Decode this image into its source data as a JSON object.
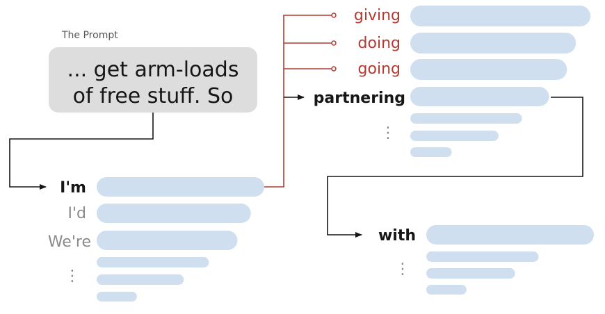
{
  "prompt": {
    "label": "The Prompt",
    "lines": [
      "... get arm-loads",
      "of free stuff. So"
    ]
  },
  "step1": {
    "tokens": [
      "I'm",
      "I'd",
      "We're"
    ],
    "selected_index": 0,
    "more": "⋮",
    "bar_lengths": [
      1.0,
      0.92,
      0.84,
      0.67,
      0.52,
      0.24
    ]
  },
  "step2": {
    "tokens": [
      "giving",
      "doing",
      "going",
      "partnering"
    ],
    "selected_index": 3,
    "more": "⋮",
    "bar_lengths": [
      1.0,
      0.92,
      0.87,
      0.77,
      0.62,
      0.49,
      0.23
    ]
  },
  "step3": {
    "tokens": [
      "with"
    ],
    "selected_index": 0,
    "more": "⋮",
    "bar_lengths": [
      1.0,
      0.67,
      0.53,
      0.24
    ]
  },
  "colors": {
    "bar": "#cfdff0",
    "selected_text": "#161616",
    "muted_text": "#8a8a8a",
    "alt_text": "#b13a32",
    "arrow": "#161616",
    "branch": "#b13a32",
    "prompt_box": "#dddddd"
  }
}
